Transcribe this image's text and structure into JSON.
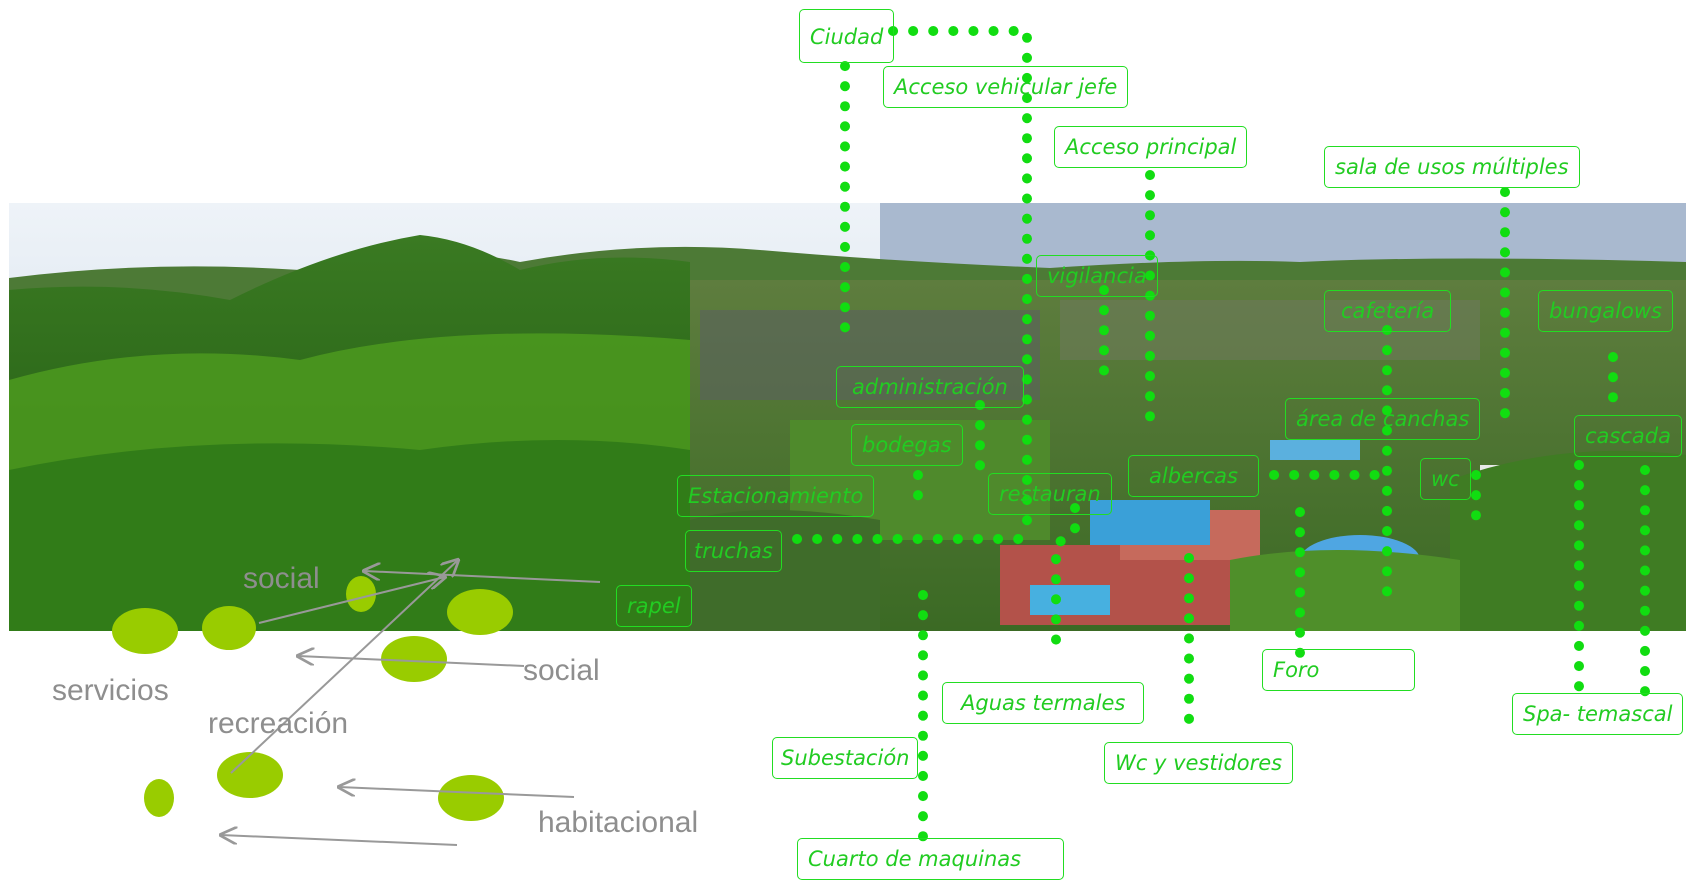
{
  "colors": {
    "accent_green": "#22cc22",
    "zone_green": "#99cc00",
    "arrow_gray": "#999999",
    "zone_text": "#8e8e8e"
  },
  "image": {
    "semantic": "aerial-landscape-photo"
  },
  "labels": {
    "ciudad": "Ciudad",
    "acceso_vehicular_jefe": "Acceso vehicular jefe",
    "acceso_principal": "Acceso principal",
    "sala_usos_multiples": "sala de usos múltiples",
    "vigilancia": "vigilancia",
    "cafeteria": "cafetería",
    "bungalows": "bungalows",
    "administracion": "administración",
    "area_canchas": "área de canchas",
    "cascada": "cascada",
    "bodegas": "bodegas",
    "albercas": "albercas",
    "wc": "wc",
    "estacionamiento": "Estacionamiento",
    "restauran": "restauran",
    "truchas": "truchas",
    "rapel": "rapel",
    "foro": "Foro",
    "aguas_termales": "Aguas termales",
    "spa_temascal": "Spa- temascal",
    "subestacion": "Subestación",
    "wc_vestidores": "Wc y vestidores",
    "cuarto_maquinas": "Cuarto de maquinas"
  },
  "zones": {
    "social_1": "social",
    "social_2": "social",
    "servicios": "servicios",
    "recreacion": "recreación",
    "habitacional": "habitacional"
  }
}
